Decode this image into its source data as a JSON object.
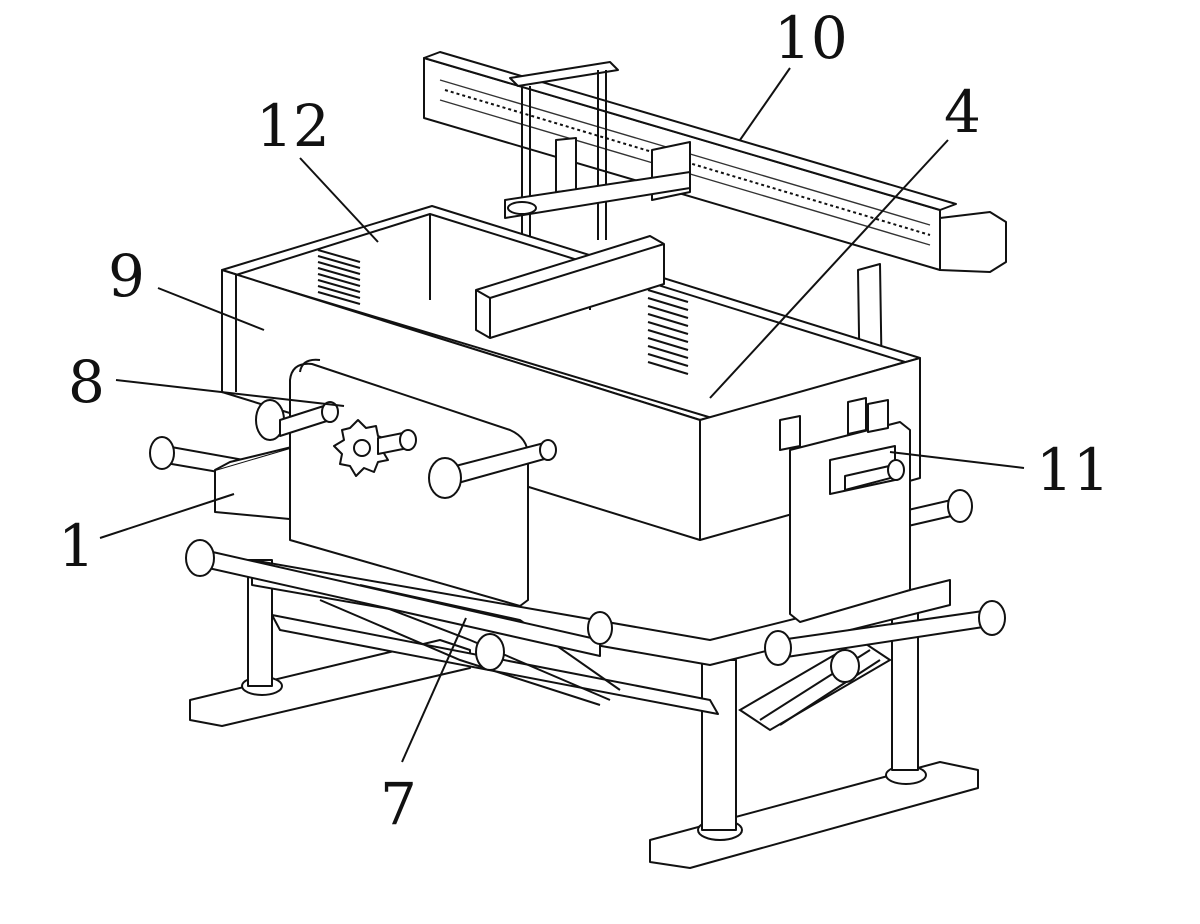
{
  "figure": {
    "callouts": [
      {
        "key": "c10",
        "text": "10"
      },
      {
        "key": "c12",
        "text": "12"
      },
      {
        "key": "c4",
        "text": "4"
      },
      {
        "key": "c9",
        "text": "9"
      },
      {
        "key": "c8",
        "text": "8"
      },
      {
        "key": "c11",
        "text": "11"
      },
      {
        "key": "c1",
        "text": "1"
      },
      {
        "key": "c7",
        "text": "7"
      }
    ],
    "colors": {
      "ink": "#111111",
      "background": "#ffffff"
    }
  }
}
